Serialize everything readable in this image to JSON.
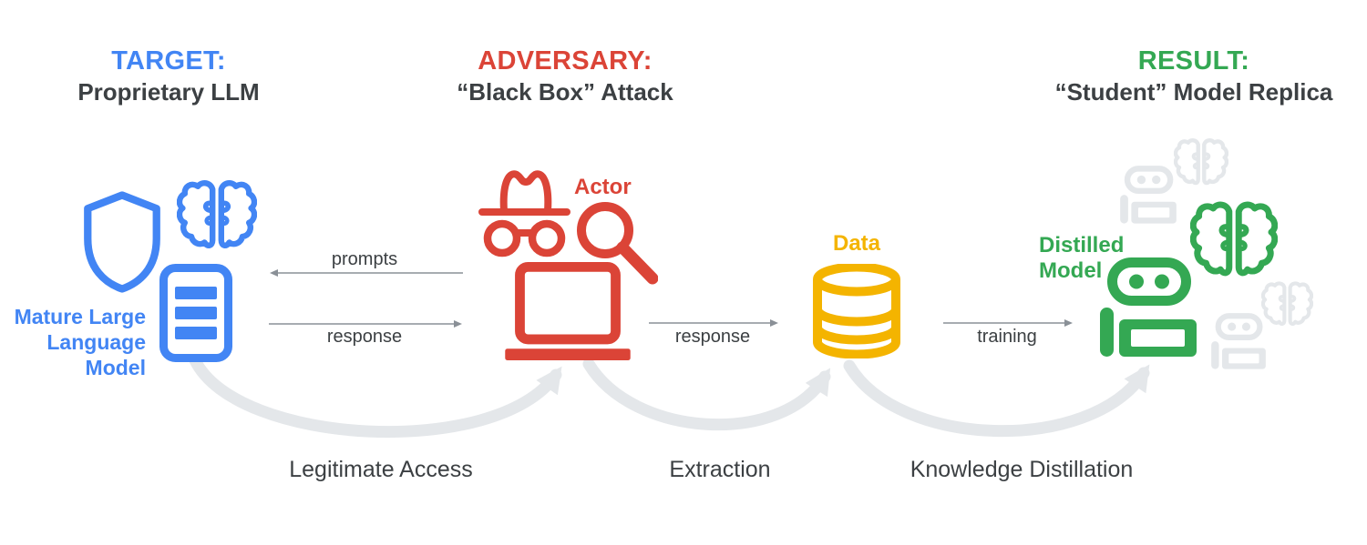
{
  "palette": {
    "blue": "#4285F4",
    "red": "#DB4437",
    "yellow": "#F4B400",
    "green": "#34A853",
    "ghost_gray": "#E4E7EA",
    "arrow_gray": "#8A9097",
    "dark_text": "#3C4043"
  },
  "headings": {
    "target": {
      "title": "TARGET:",
      "subtitle": "Proprietary LLM"
    },
    "adversary": {
      "title": "ADVERSARY:",
      "subtitle": "“Black Box” Attack"
    },
    "result": {
      "title": "RESULT:",
      "subtitle": "“Student” Model Replica"
    }
  },
  "captions": {
    "mature_model": "Mature Large\nLanguage\nModel",
    "actor": "Actor",
    "data": "Data",
    "distilled_model": "Distilled\nModel"
  },
  "flow": {
    "prompts": "prompts",
    "response_left": "response",
    "response_right": "response",
    "training": "training"
  },
  "process": {
    "legitimate_access": "Legitimate Access",
    "extraction": "Extraction",
    "knowledge_distillation": "Knowledge Distillation"
  },
  "icons": {
    "target": [
      "shield-icon",
      "brain-icon",
      "document-icon"
    ],
    "adversary": [
      "incognito-hat-glasses-icon",
      "magnifier-icon",
      "laptop-icon"
    ],
    "data": [
      "database-icon"
    ],
    "result": [
      "robot-icon",
      "brain-icon",
      "ghost-robot-icons",
      "ghost-brain-icons"
    ]
  }
}
